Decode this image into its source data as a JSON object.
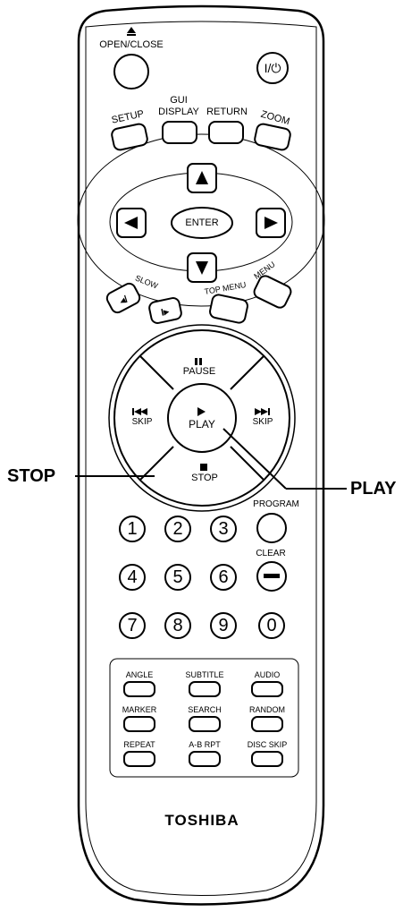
{
  "remote": {
    "open_close": "OPEN/CLOSE",
    "power": "I/⏻",
    "setup": "SETUP",
    "gui_display_line1": "GUI",
    "gui_display_line2": "DISPLAY",
    "return": "RETURN",
    "zoom": "ZOOM",
    "enter": "ENTER",
    "slow": "SLOW",
    "top_menu": "TOP MENU",
    "menu": "MENU",
    "pause": "PAUSE",
    "play": "PLAY",
    "skip_back": "SKIP",
    "skip_fwd": "SKIP",
    "stop": "STOP",
    "program": "PROGRAM",
    "clear": "CLEAR",
    "digits": [
      "1",
      "2",
      "3",
      "4",
      "5",
      "6",
      "7",
      "8",
      "9",
      "0"
    ],
    "angle": "ANGLE",
    "subtitle": "SUBTITLE",
    "audio": "AUDIO",
    "marker": "MARKER",
    "search": "SEARCH",
    "random": "RANDOM",
    "repeat": "REPEAT",
    "ab_rpt": "A-B RPT",
    "disc_skip": "DISC SKIP",
    "brand": "TOSHIBA"
  },
  "callouts": {
    "stop": "STOP",
    "play": "PLAY"
  }
}
